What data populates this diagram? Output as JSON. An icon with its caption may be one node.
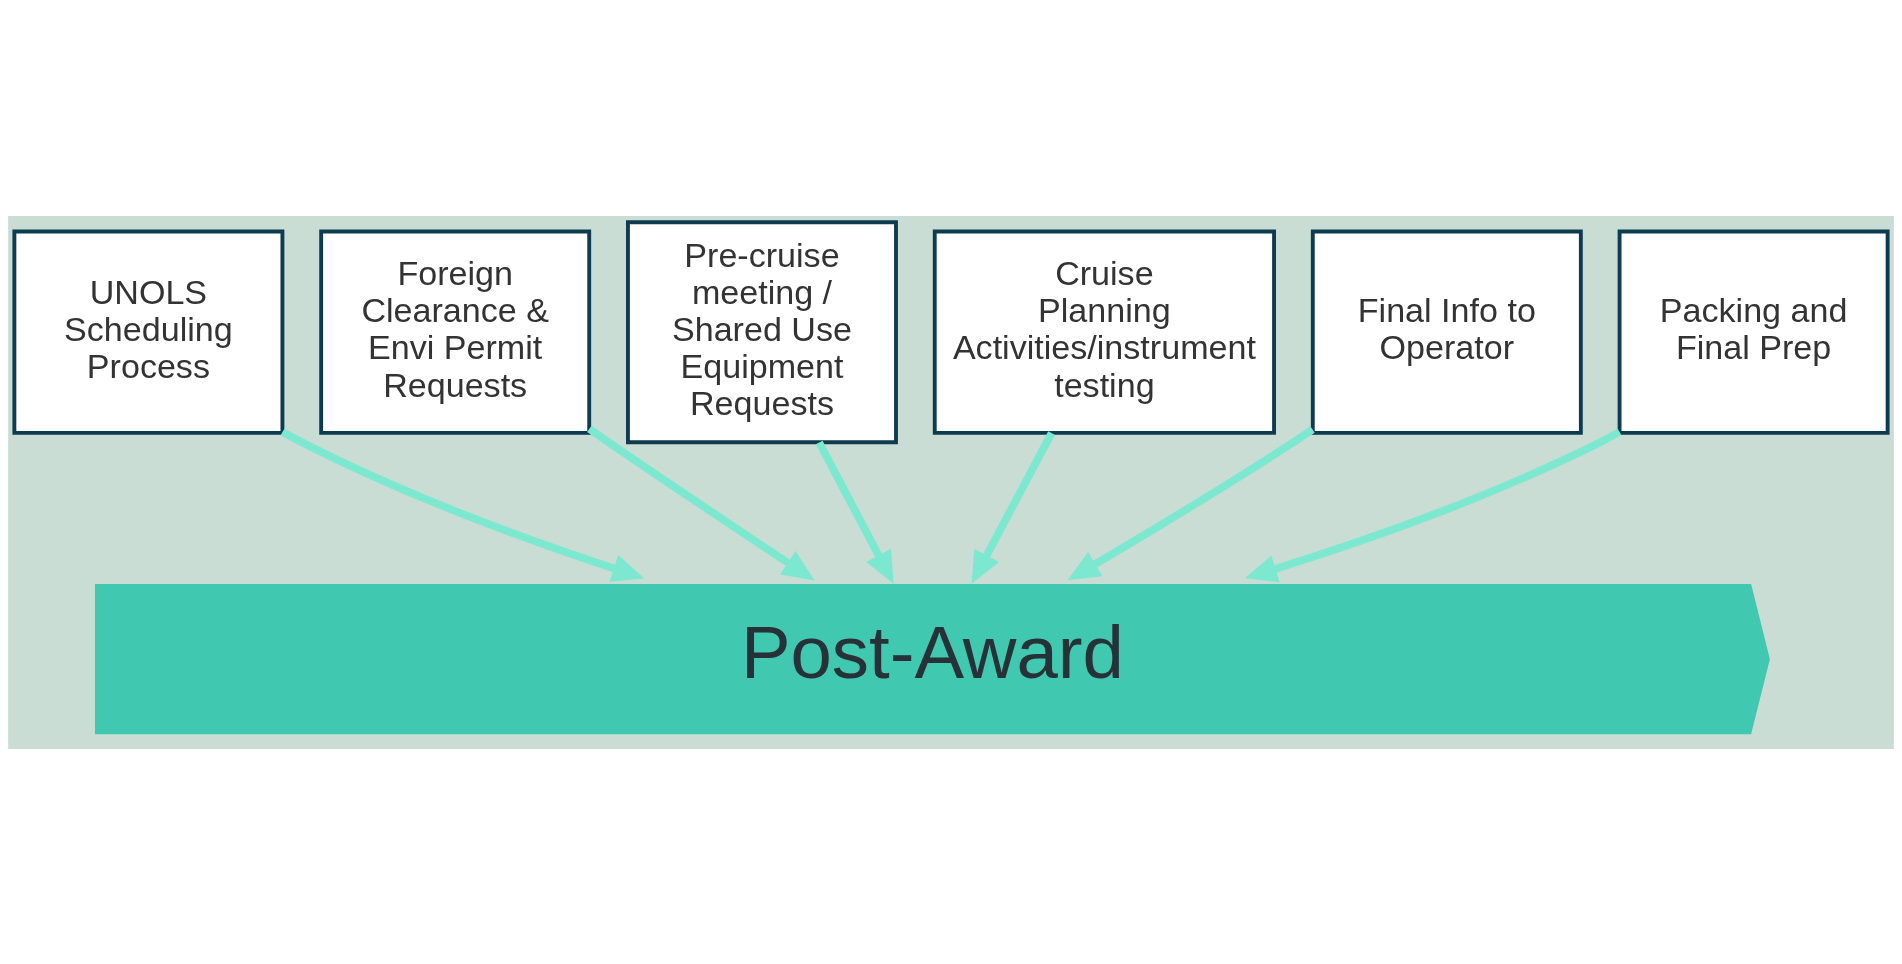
{
  "diagram": {
    "nodes": [
      {
        "text": [
          "UNOLS Scheduling Process"
        ]
      },
      {
        "text": [
          "Foreign Clearance & Envi Permit Requests"
        ]
      },
      {
        "text": [
          "Pre-cruise meeting / Shared Use Equipment Requests"
        ]
      },
      {
        "text": [
          "Cruise Planning Activities/instrument testing"
        ]
      },
      {
        "text": [
          "Final Info to Operator"
        ]
      },
      {
        "text": [
          "Packing and Final Prep"
        ]
      },
      {
        "text": [
          "Post-Award"
        ]
      }
    ],
    "edges": [
      {
        "from": 0,
        "to": 6,
        "arrow": "to"
      },
      {
        "from": 1,
        "to": 6,
        "arrow": "to"
      },
      {
        "from": 2,
        "to": 6,
        "arrow": "to"
      },
      {
        "from": 3,
        "to": 6,
        "arrow": "to"
      },
      {
        "from": 4,
        "to": 6,
        "arrow": "to"
      },
      {
        "from": 5,
        "to": 6,
        "arrow": "to"
      }
    ]
  }
}
